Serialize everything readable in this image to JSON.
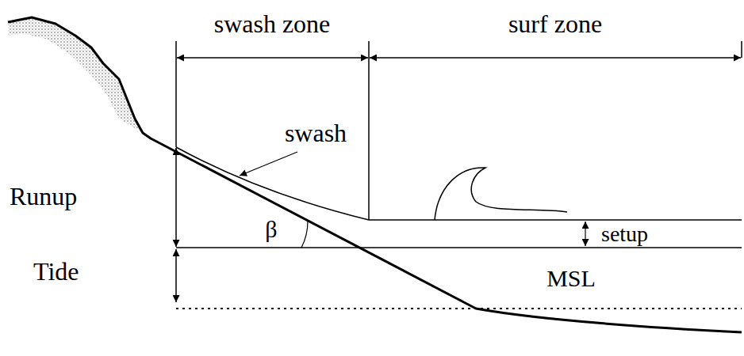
{
  "diagram": {
    "labels": [
      "swash zone",
      "surf zone",
      "swash",
      "Runup",
      "β",
      "setup",
      "Tide",
      "MSL"
    ]
  }
}
